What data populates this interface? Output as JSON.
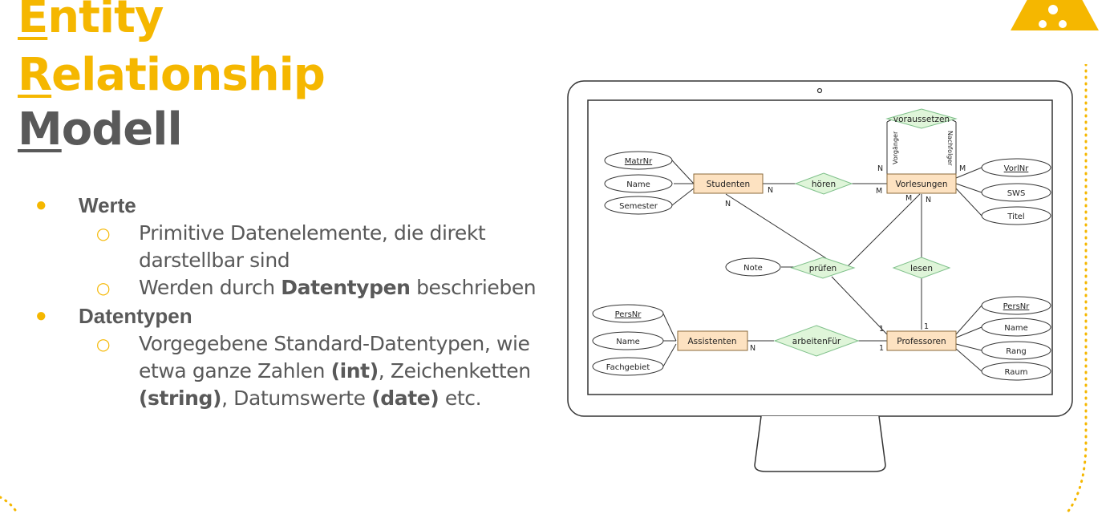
{
  "title": {
    "line1_first": "E",
    "line1_rest": "ntity",
    "line2_first": "R",
    "line2_rest": "elationship",
    "line3_first": "M",
    "line3_rest": "odell"
  },
  "bullets": {
    "werte": {
      "label": "Werte",
      "sub1": "Primitive Datenelemente, die direkt darstellbar sind",
      "sub2_pre": "Werden durch ",
      "sub2_bold": "Datentypen",
      "sub2_post": " beschrieben"
    },
    "datentypen": {
      "label": "Datentypen",
      "sub1_pre": "Vorgegebene Standard-Datentypen, wie etwa ganze Zahlen ",
      "sub1_int": "(int)",
      "sub1_mid": ", Zeichenketten ",
      "sub1_string": "(string)",
      "sub1_mid2": ", Datumswerte ",
      "sub1_date": "(date)",
      "sub1_post": " etc."
    },
    "bullet_glyph": "●",
    "sub_glyph": "○"
  },
  "er": {
    "entities": {
      "studenten": "Studenten",
      "vorlesungen": "Vorlesungen",
      "assistenten": "Assistenten",
      "professoren": "Professoren"
    },
    "relationships": {
      "voraussetzen": "voraussetzen",
      "hoeren": "hören",
      "pruefen": "prüfen",
      "lesen": "lesen",
      "arbeitenFuer": "arbeitenFür"
    },
    "attributes": {
      "matrnr": "MatrNr",
      "st_name": "Name",
      "semester": "Semester",
      "vorlnr": "VorlNr",
      "sws": "SWS",
      "titel": "Titel",
      "note": "Note",
      "as_persnr": "PersNr",
      "as_name": "Name",
      "fachgebiet": "Fachgebiet",
      "pr_persnr": "PersNr",
      "pr_name": "Name",
      "rang": "Rang",
      "raum": "Raum"
    },
    "roles": {
      "vorgaenger": "Vorgänger",
      "nachfolger": "Nachfolger"
    },
    "cardinalities": {
      "st_hoeren": "N",
      "vl_hoeren": "M",
      "vl_vor_left": "N",
      "vl_vor_right": "M",
      "st_pruefen": "N",
      "vl_pruefen": "M",
      "vl_lesen": "N",
      "pr_pruefen": "1",
      "pr_lesen": "1",
      "as_arb": "N",
      "pr_arb": "1"
    },
    "colors": {
      "entity_fill": "#fde2c1",
      "relationship_fill": "#dff5d9",
      "relationship_stroke": "#7fc08a",
      "accent": "#f5b700",
      "text_gray": "#595959"
    }
  }
}
